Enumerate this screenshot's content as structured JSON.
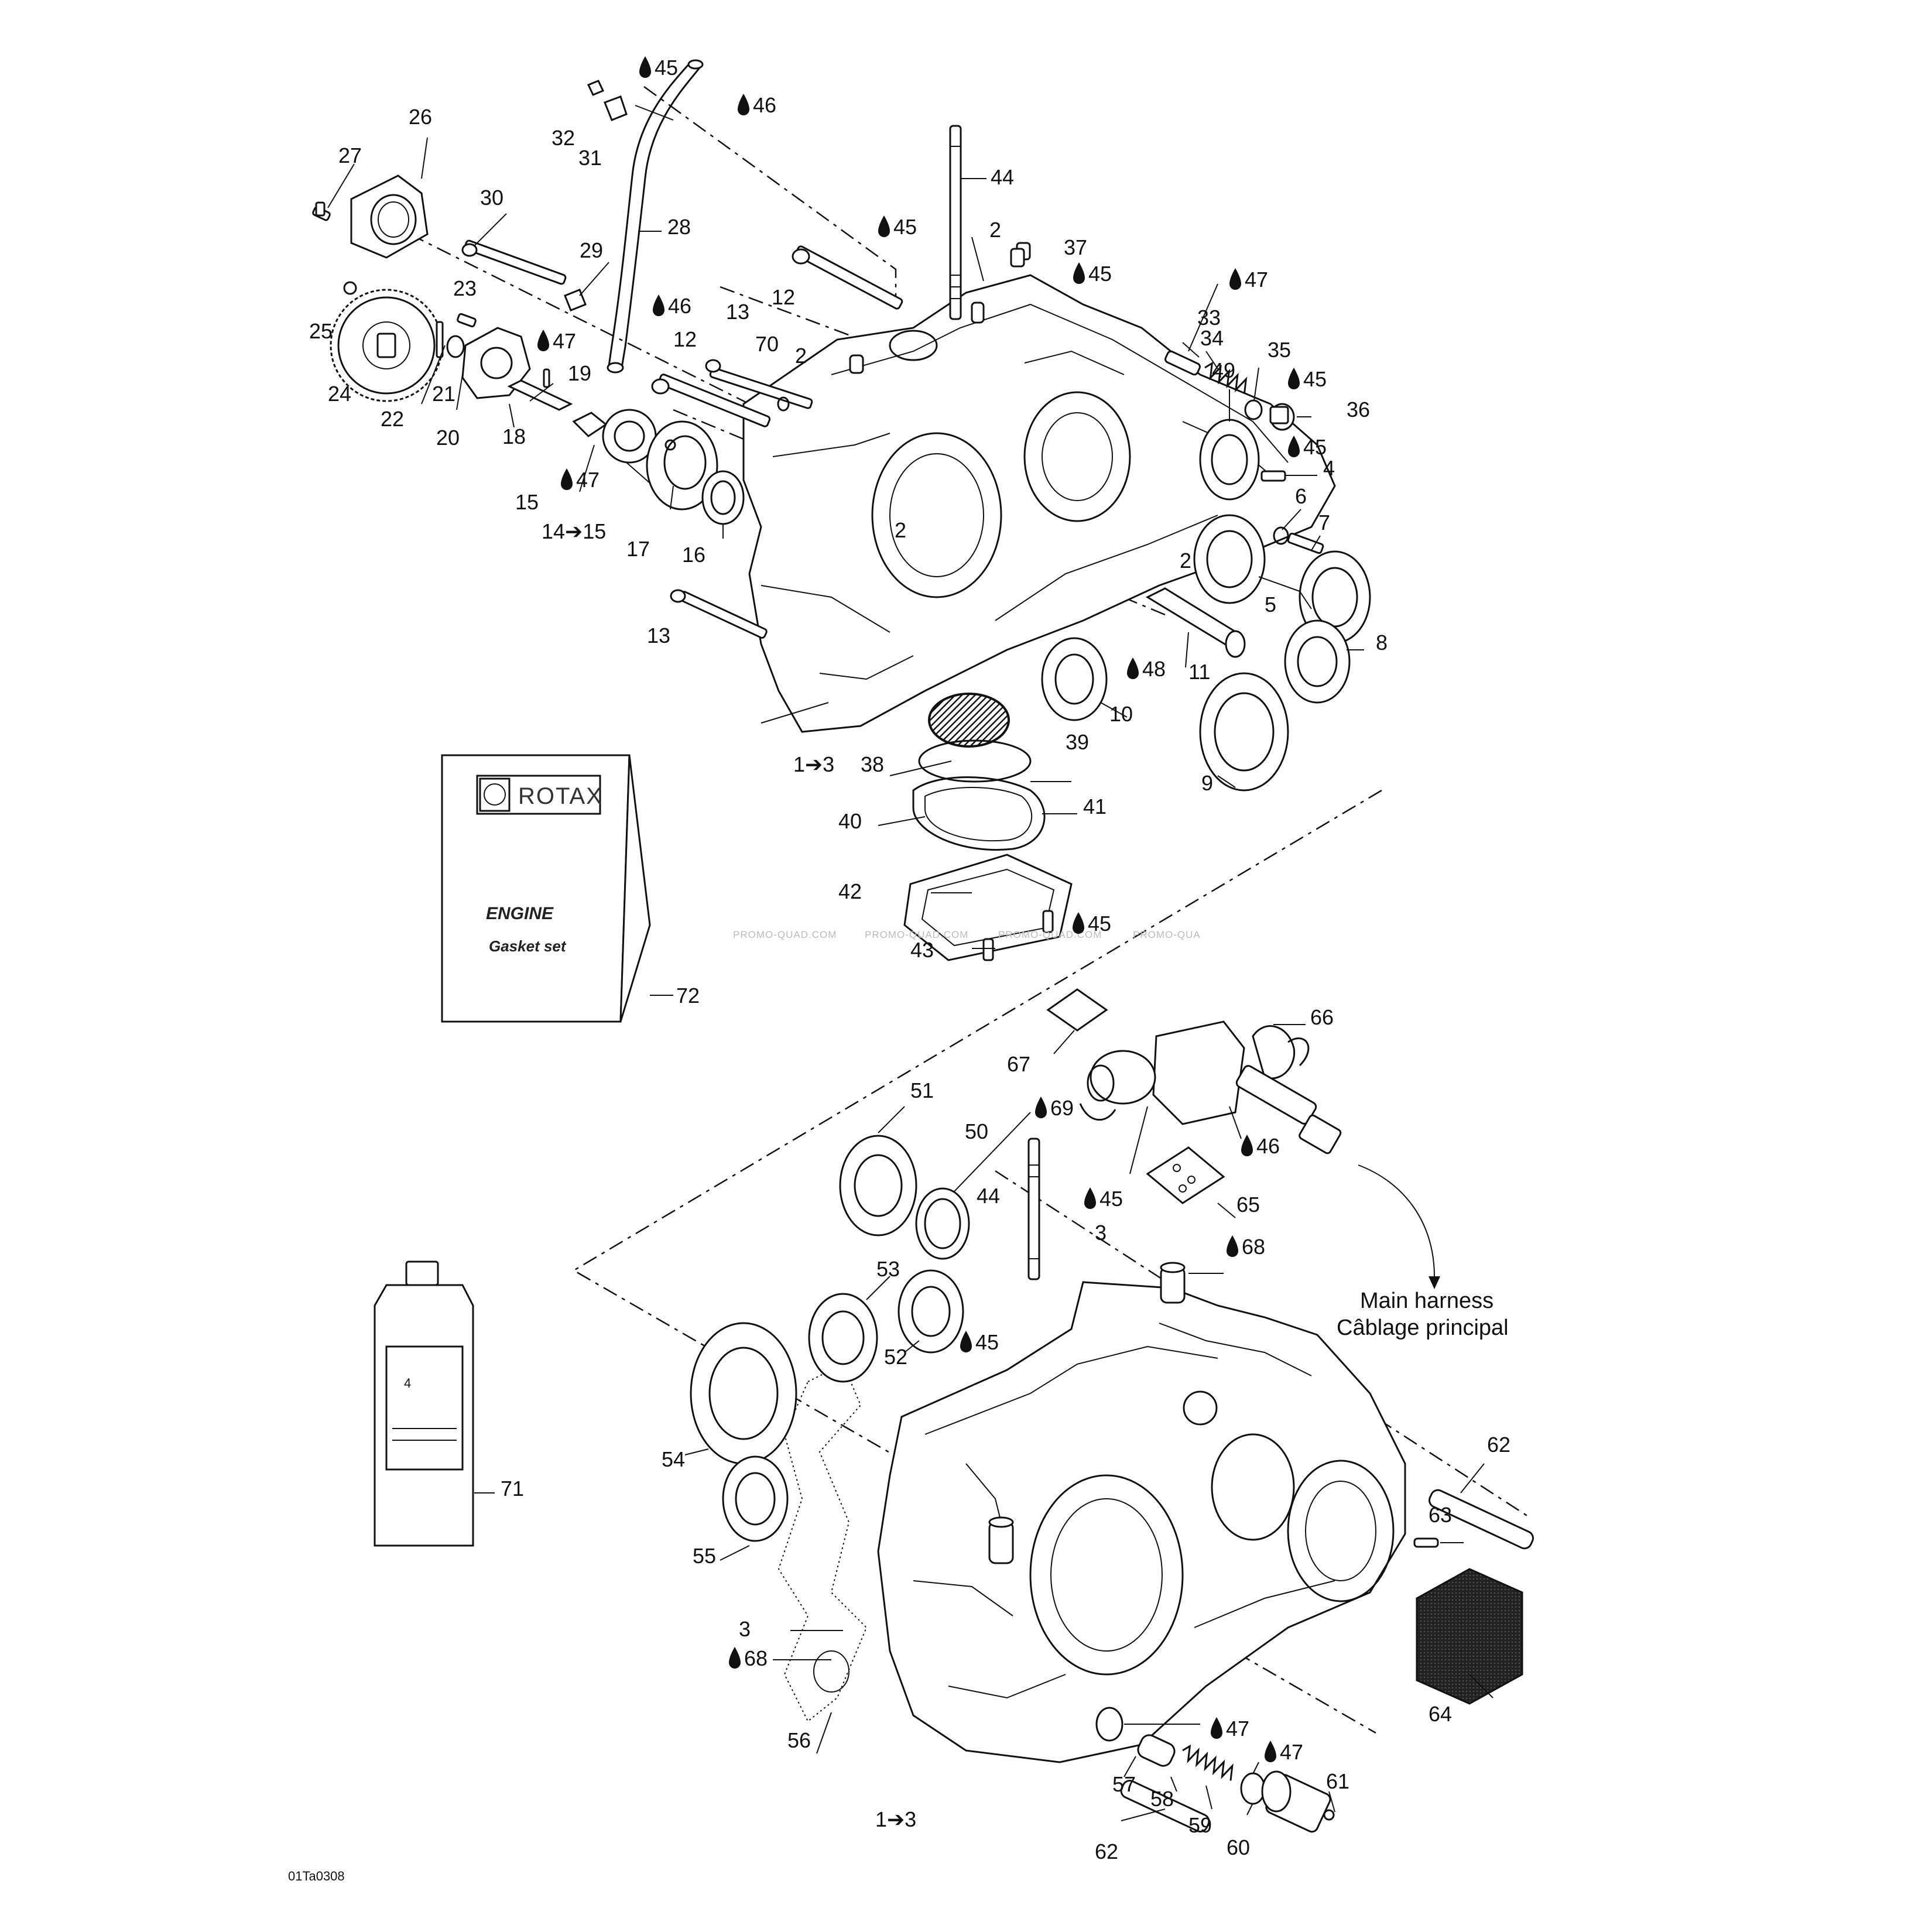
{
  "figure_code": "01Ta0308",
  "watermark": [
    "PROMO-QUAD.COM",
    "PROMO-QUAD.COM",
    "PROMO-QUAD.COM",
    "PROMO-QUA"
  ],
  "kit": {
    "brand": "ROTAX",
    "title": "ENGINE",
    "subtitle": "Gasket set",
    "part": "72"
  },
  "harness": {
    "line1": "Main harness",
    "line2": "Câblage principal"
  },
  "arrow_refs": {
    "upper": "1➔3",
    "lower": "1➔3",
    "range_14": "14➔15"
  },
  "bottle_part": "71",
  "lubricant_ids": [
    "45",
    "46",
    "47",
    "48",
    "68",
    "69"
  ],
  "callouts": [
    {
      "id": "c45a",
      "text": "45",
      "lube": true
    },
    {
      "id": "c46a",
      "text": "46",
      "lube": true
    },
    {
      "id": "c32",
      "text": "32",
      "lube": false
    },
    {
      "id": "c31",
      "text": "31",
      "lube": false
    },
    {
      "id": "c26",
      "text": "26",
      "lube": false
    },
    {
      "id": "c27",
      "text": "27",
      "lube": false
    },
    {
      "id": "c28",
      "text": "28",
      "lube": false
    },
    {
      "id": "c30",
      "text": "30",
      "lube": false
    },
    {
      "id": "c29",
      "text": "29",
      "lube": false
    },
    {
      "id": "c44a",
      "text": "44",
      "lube": false
    },
    {
      "id": "c45b",
      "text": "45",
      "lube": true
    },
    {
      "id": "c2a",
      "text": "2",
      "lube": false
    },
    {
      "id": "c37",
      "text": "37",
      "lube": false
    },
    {
      "id": "c45c",
      "text": "45",
      "lube": true
    },
    {
      "id": "c12a",
      "text": "12",
      "lube": false
    },
    {
      "id": "c47a",
      "text": "47",
      "lube": true
    },
    {
      "id": "c25",
      "text": "25",
      "lube": false
    },
    {
      "id": "c23",
      "text": "23",
      "lube": false
    },
    {
      "id": "c46b",
      "text": "46",
      "lube": true
    },
    {
      "id": "c13a",
      "text": "13",
      "lube": false
    },
    {
      "id": "c33",
      "text": "33",
      "lube": false
    },
    {
      "id": "c34",
      "text": "34",
      "lube": false
    },
    {
      "id": "c35",
      "text": "35",
      "lube": false
    },
    {
      "id": "c47b",
      "text": "47",
      "lube": true
    },
    {
      "id": "c19",
      "text": "19",
      "lube": false
    },
    {
      "id": "c12b",
      "text": "12",
      "lube": false
    },
    {
      "id": "c70",
      "text": "70",
      "lube": false
    },
    {
      "id": "c2b",
      "text": "2",
      "lube": false
    },
    {
      "id": "c45d",
      "text": "45",
      "lube": true
    },
    {
      "id": "c36",
      "text": "36",
      "lube": false
    },
    {
      "id": "c24",
      "text": "24",
      "lube": false
    },
    {
      "id": "c22",
      "text": "22",
      "lube": false
    },
    {
      "id": "c21",
      "text": "21",
      "lube": false
    },
    {
      "id": "c20",
      "text": "20",
      "lube": false
    },
    {
      "id": "c18",
      "text": "18",
      "lube": false
    },
    {
      "id": "c49",
      "text": "49",
      "lube": false
    },
    {
      "id": "c45e",
      "text": "45",
      "lube": true
    },
    {
      "id": "c4",
      "text": "4",
      "lube": false
    },
    {
      "id": "c47c",
      "text": "47",
      "lube": true
    },
    {
      "id": "c15",
      "text": "15",
      "lube": false
    },
    {
      "id": "c6",
      "text": "6",
      "lube": false
    },
    {
      "id": "c7",
      "text": "7",
      "lube": false
    },
    {
      "id": "c14",
      "text": "14➔15",
      "lube": false
    },
    {
      "id": "c17",
      "text": "17",
      "lube": false
    },
    {
      "id": "c16",
      "text": "16",
      "lube": false
    },
    {
      "id": "c2c",
      "text": "2",
      "lube": false
    },
    {
      "id": "c2d",
      "text": "2",
      "lube": false
    },
    {
      "id": "c5",
      "text": "5",
      "lube": false
    },
    {
      "id": "c13b",
      "text": "13",
      "lube": false
    },
    {
      "id": "c8",
      "text": "8",
      "lube": false
    },
    {
      "id": "c48",
      "text": "48",
      "lube": true
    },
    {
      "id": "c11",
      "text": "11",
      "lube": false
    },
    {
      "id": "c10",
      "text": "10",
      "lube": false
    },
    {
      "id": "c13r",
      "text": "1➔3",
      "lube": false
    },
    {
      "id": "c38",
      "text": "38",
      "lube": false
    },
    {
      "id": "c39",
      "text": "39",
      "lube": false
    },
    {
      "id": "c9",
      "text": "9",
      "lube": false
    },
    {
      "id": "c40",
      "text": "40",
      "lube": false
    },
    {
      "id": "c41",
      "text": "41",
      "lube": false
    },
    {
      "id": "c42",
      "text": "42",
      "lube": false
    },
    {
      "id": "c45f",
      "text": "45",
      "lube": true
    },
    {
      "id": "c43",
      "text": "43",
      "lube": false
    },
    {
      "id": "c72",
      "text": "72",
      "lube": false
    },
    {
      "id": "c66",
      "text": "66",
      "lube": false
    },
    {
      "id": "c67",
      "text": "67",
      "lube": false
    },
    {
      "id": "c51",
      "text": "51",
      "lube": false
    },
    {
      "id": "c69",
      "text": "69",
      "lube": true
    },
    {
      "id": "c50",
      "text": "50",
      "lube": false
    },
    {
      "id": "c46c",
      "text": "46",
      "lube": true
    },
    {
      "id": "c44b",
      "text": "44",
      "lube": false
    },
    {
      "id": "c45g",
      "text": "45",
      "lube": true
    },
    {
      "id": "c65",
      "text": "65",
      "lube": false
    },
    {
      "id": "c3a",
      "text": "3",
      "lube": false
    },
    {
      "id": "c68a",
      "text": "68",
      "lube": true
    },
    {
      "id": "c53",
      "text": "53",
      "lube": false
    },
    {
      "id": "c52",
      "text": "52",
      "lube": false
    },
    {
      "id": "c45h",
      "text": "45",
      "lube": true
    },
    {
      "id": "c54",
      "text": "54",
      "lube": false
    },
    {
      "id": "c62a",
      "text": "62",
      "lube": false
    },
    {
      "id": "c71",
      "text": "71",
      "lube": false
    },
    {
      "id": "c63",
      "text": "63",
      "lube": false
    },
    {
      "id": "c55",
      "text": "55",
      "lube": false
    },
    {
      "id": "c3b",
      "text": "3",
      "lube": false
    },
    {
      "id": "c64",
      "text": "64",
      "lube": false
    },
    {
      "id": "c68b",
      "text": "68",
      "lube": true
    },
    {
      "id": "c47d",
      "text": "47",
      "lube": true
    },
    {
      "id": "c47e",
      "text": "47",
      "lube": true
    },
    {
      "id": "c56",
      "text": "56",
      "lube": false
    },
    {
      "id": "c57",
      "text": "57",
      "lube": false
    },
    {
      "id": "c58",
      "text": "58",
      "lube": false
    },
    {
      "id": "c61",
      "text": "61",
      "lube": false
    },
    {
      "id": "c59",
      "text": "59",
      "lube": false
    },
    {
      "id": "c13r2",
      "text": "1➔3",
      "lube": false
    },
    {
      "id": "c60",
      "text": "60",
      "lube": false
    },
    {
      "id": "c62b",
      "text": "62",
      "lube": false
    }
  ]
}
